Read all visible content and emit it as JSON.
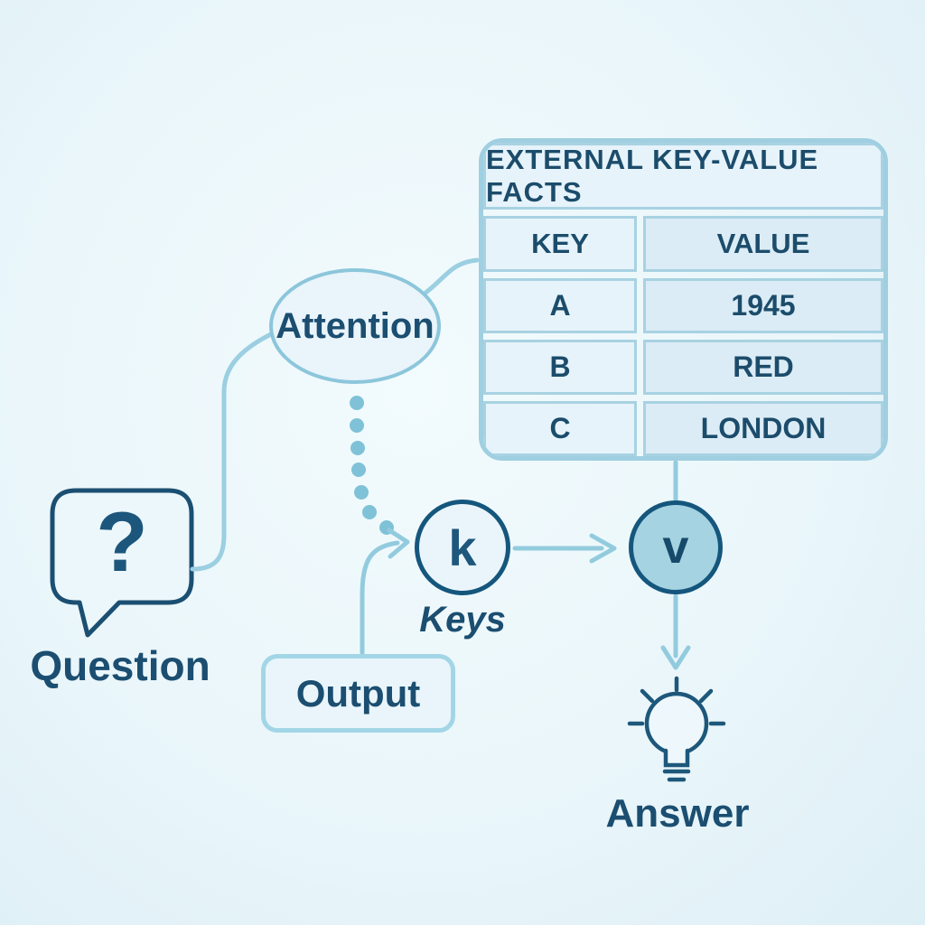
{
  "colors": {
    "background": "#eaf6fa",
    "ink": "#1b4e70",
    "dark_stroke": "#15567d",
    "light_stroke": "#9bcfe1",
    "dotted": "#7fc2d8",
    "node_fill": "#e9f4fb",
    "value_fill": "#a5d3e1",
    "table_border": "#a8d2e2"
  },
  "question": {
    "icon_glyph": "?",
    "label": "Question"
  },
  "attention": {
    "label": "Attention"
  },
  "facts_table": {
    "title": "EXTERNAL KEY-VALUE FACTS",
    "columns": [
      "KEY",
      "VALUE"
    ],
    "rows": [
      [
        "A",
        "1945"
      ],
      [
        "B",
        "RED"
      ],
      [
        "C",
        "LONDON"
      ]
    ]
  },
  "keys_node": {
    "glyph": "k",
    "label": "Keys"
  },
  "values_node": {
    "glyph": "v"
  },
  "output_box": {
    "label": "Output"
  },
  "answer": {
    "label": "Answer"
  }
}
